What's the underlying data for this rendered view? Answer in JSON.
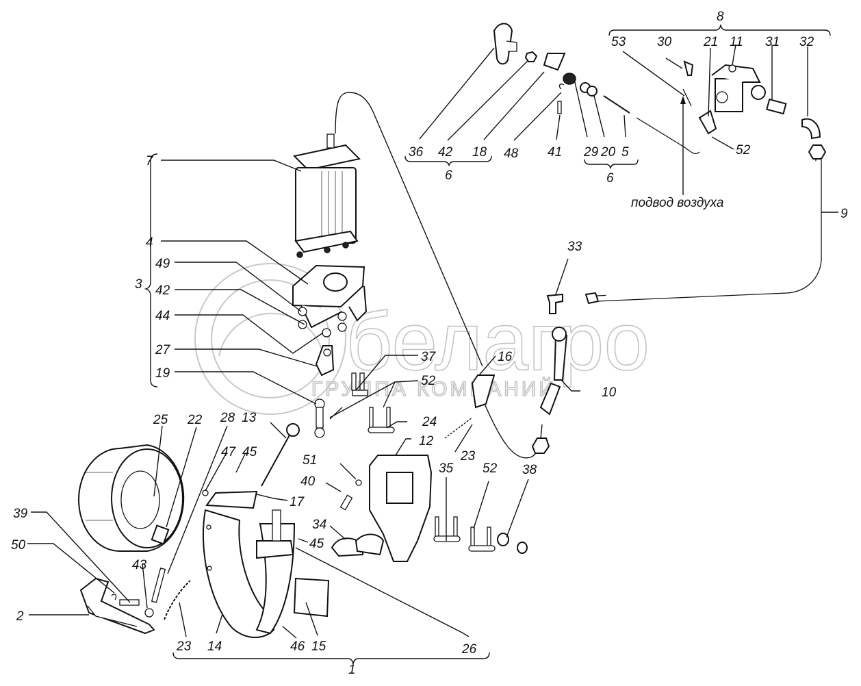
{
  "diagram": {
    "type": "exploded parts diagram",
    "subject": "pneumatic brake assembly",
    "annotation": "подвод воздуха",
    "watermark": {
      "brand": "белагро",
      "subtitle": "ГРУППА КОМПАНИЙ"
    }
  },
  "labels": {
    "l36": "36",
    "l42a": "42",
    "l18": "18",
    "l48": "48",
    "l41": "41",
    "l29": "29",
    "l20": "20",
    "l5": "5",
    "l6a": "6",
    "l6b": "6",
    "l8": "8",
    "l53": "53",
    "l30": "30",
    "l21": "21",
    "l11": "11",
    "l31": "31",
    "l32": "32",
    "l52a": "52",
    "l9": "9",
    "l7": "7",
    "l4": "4",
    "l49": "49",
    "l42b": "42",
    "l44": "44",
    "l27": "27",
    "l19": "19",
    "l3": "3",
    "l33": "33",
    "l10": "10",
    "l16": "16",
    "l37": "37",
    "l52b": "52",
    "l24": "24",
    "l23a": "23",
    "l12": "12",
    "l51": "51",
    "l40": "40",
    "l35": "35",
    "l52c": "52",
    "l38": "38",
    "l34": "34",
    "l45a": "45",
    "l25": "25",
    "l22": "22",
    "l28": "28",
    "l13": "13",
    "l47": "47",
    "l45b": "45",
    "l17": "17",
    "l39": "39",
    "l50": "50",
    "l43": "43",
    "l2": "2",
    "l23b": "23",
    "l14": "14",
    "l46": "46",
    "l15": "15",
    "l26": "26",
    "l1": "1"
  }
}
